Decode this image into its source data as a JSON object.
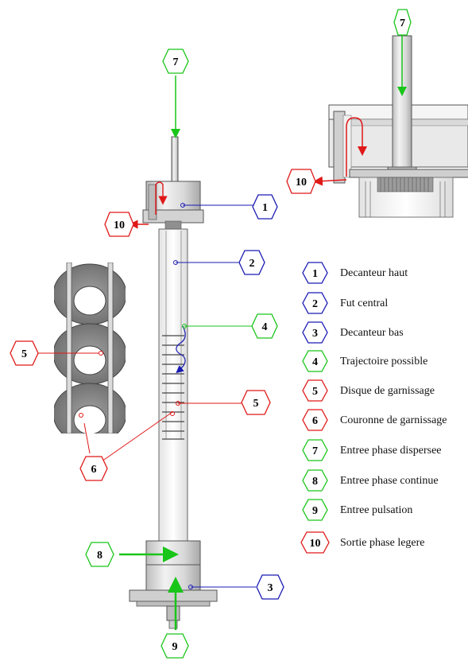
{
  "colors": {
    "blue": "#1a1ab4",
    "green": "#19c519",
    "red": "#e01818",
    "metal": "#cfcfcf",
    "metal_dark": "#777777",
    "line": "#333333"
  },
  "callouts": [
    {
      "id": "c7-top",
      "n": "7",
      "color": "green"
    },
    {
      "id": "c7-main",
      "n": "7",
      "color": "green"
    },
    {
      "id": "c10-main",
      "n": "10",
      "color": "red"
    },
    {
      "id": "c10-inset",
      "n": "10",
      "color": "red"
    },
    {
      "id": "c1",
      "n": "1",
      "color": "blue"
    },
    {
      "id": "c2",
      "n": "2",
      "color": "blue"
    },
    {
      "id": "c4",
      "n": "4",
      "color": "green"
    },
    {
      "id": "c5-main",
      "n": "5",
      "color": "red"
    },
    {
      "id": "c5-inset",
      "n": "5",
      "color": "red"
    },
    {
      "id": "c6",
      "n": "6",
      "color": "red"
    },
    {
      "id": "c8",
      "n": "8",
      "color": "green"
    },
    {
      "id": "c3",
      "n": "3",
      "color": "blue"
    },
    {
      "id": "c9",
      "n": "9",
      "color": "green"
    }
  ],
  "legend": [
    {
      "n": "1",
      "label": "Decanteur haut",
      "color": "blue"
    },
    {
      "n": "2",
      "label": "Fut central",
      "color": "blue"
    },
    {
      "n": "3",
      "label": "Decanteur bas",
      "color": "blue"
    },
    {
      "n": "4",
      "label": "Trajectoire possible",
      "color": "green"
    },
    {
      "n": "5",
      "label": "Disque de garnissage",
      "color": "red"
    },
    {
      "n": "6",
      "label": "Couronne de garnissage",
      "color": "red"
    },
    {
      "n": "7",
      "label": "Entree phase dispersee",
      "color": "green"
    },
    {
      "n": "8",
      "label": "Entree phase continue",
      "color": "green"
    },
    {
      "n": "9",
      "label": "Entree pulsation",
      "color": "green"
    },
    {
      "n": "10",
      "label": "Sortie phase legere",
      "color": "red"
    }
  ]
}
